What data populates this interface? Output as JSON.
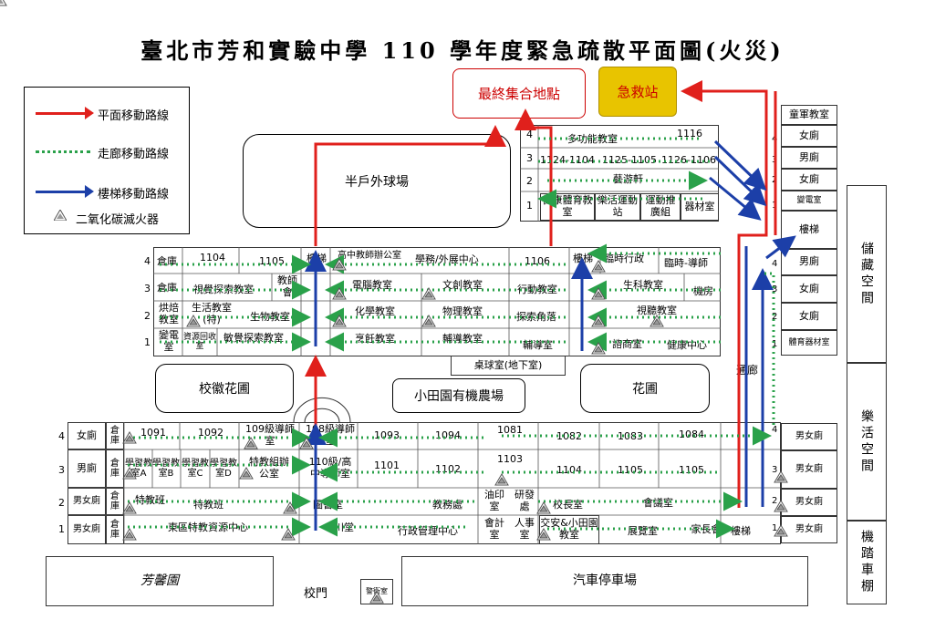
{
  "title": "臺北市芳和實驗中學 110 學年度緊急疏散平面圖(火災)",
  "legend": {
    "items": [
      {
        "label": "平面移動路線",
        "color": "#e0201c"
      },
      {
        "label": "走廊移動路線",
        "color": "#2aa14a"
      },
      {
        "label": "樓梯移動路線",
        "color": "#1c3fa8"
      },
      {
        "label": "二氧化碳滅火器",
        "color": "#888888"
      }
    ]
  },
  "top": {
    "assembly": "最終集合地點",
    "first_aid": "急救站",
    "baseball": "半戶外球場"
  },
  "right_column": {
    "rooms": [
      "童軍教室",
      "女廁",
      "男廁",
      "女廁",
      "變電室",
      "樓梯",
      "男廁",
      "女廁",
      "女廁",
      "體育器材室",
      "男女廁",
      "男女廁",
      "男女廁",
      "男女廁"
    ]
  },
  "side_labels": {
    "storage": "儲藏空間",
    "music": "樂活空間",
    "bike": "機踏車棚",
    "corridor": "通廊"
  },
  "north_block": {
    "floor4": [
      "多功能教室",
      "1116"
    ],
    "floor3": [
      "1124-1104",
      "1125-1105",
      "1126-1106"
    ],
    "floor2": [
      "藝游軒"
    ],
    "floor1": [
      "健康體育教室",
      "樂活運動站",
      "運動推廣組",
      "器材室"
    ]
  },
  "middle_block": {
    "floor4": [
      "倉庫",
      "1104",
      "1105",
      "樓梯",
      "高中教師辦公室",
      "學務/外展中心",
      "1106",
      "樓梯",
      "臨時行政",
      "臨時-導師"
    ],
    "floor3": [
      "倉庫",
      "視覺探索教室",
      "教師會",
      "電腦教室",
      "文創教室",
      "行動教室",
      "生科教室",
      "機房"
    ],
    "floor2": [
      "烘焙教室",
      "生活教室(特)",
      "生物教室",
      "化學教室",
      "物理教室",
      "探索角落",
      "視聽教室"
    ],
    "floor1": [
      "變電室",
      "資源回收室",
      "敏覺探索教室",
      "烹飪教室",
      "輔導教室",
      "輔導室",
      "諮商室",
      "健康中心"
    ],
    "basement": "桌球室(地下室)"
  },
  "gardens": {
    "emblem": "校徽花圃",
    "farm": "小田園有機農場",
    "flower": "花圃"
  },
  "south_block": {
    "floor4": [
      "女廁",
      "倉庫",
      "1091",
      "1092",
      "109級導師室",
      "108級導師室",
      "1093",
      "1094",
      "1081",
      "1082",
      "1083",
      "1084"
    ],
    "floor3": [
      "男廁",
      "倉庫",
      "學習教室A",
      "學習教室B",
      "學習教室C",
      "學習教室D",
      "特教組辦公室",
      "110級/高中導師室",
      "1101",
      "1102",
      "1103",
      "1104",
      "1105",
      "1105"
    ],
    "floor2": [
      "男女廁",
      "倉庫",
      "特教班",
      "特教班",
      "圖書室",
      "教務處",
      "油印室",
      "研發處",
      "校長室",
      "會議室"
    ],
    "floor1": [
      "男女廁",
      "倉庫",
      "東區特教資源中心",
      "川堂",
      "行政管理中心",
      "會計室",
      "人事室",
      "交安&小田園教室",
      "展覽室",
      "家長會",
      "樓梯"
    ]
  },
  "bottom": {
    "fanghe_park": "芳馨園",
    "gate": "校門",
    "guard": "警衛室",
    "parking": "汽車停車場"
  }
}
